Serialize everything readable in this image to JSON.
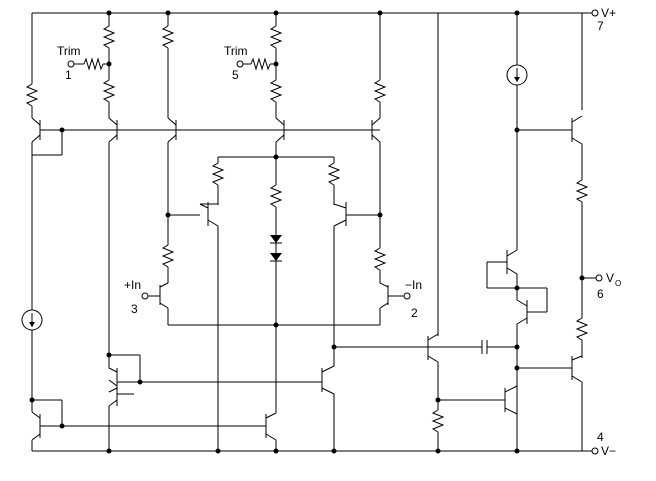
{
  "labels": {
    "vplus": "V+",
    "vplus_pin": "7",
    "vminus": "V−",
    "vminus_pin": "4",
    "vo": "V",
    "vo_sub": "O",
    "vo_pin": "6",
    "trim1": "Trim",
    "trim1_pin": "1",
    "trim5": "Trim",
    "trim5_pin": "5",
    "inp": "+In",
    "inp_pin": "3",
    "inn": "−In",
    "inn_pin": "2"
  }
}
